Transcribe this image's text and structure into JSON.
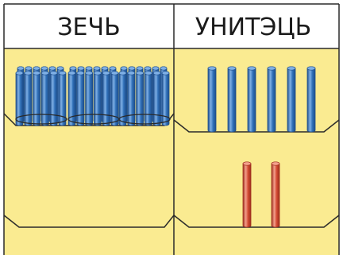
{
  "header": {
    "left_label": "ЗЕЧЬ",
    "right_label": "УНИТЭЦЬ"
  },
  "colors": {
    "panel_fill": "#FAEB91",
    "header_fill": "#FFFFFF",
    "border": "#2A2A2A",
    "rod_blue": "#2F6FB7",
    "rod_blue_dark": "#1F4F8C",
    "rod_blue_light": "#7FB0E6",
    "rod_red": "#D24A32",
    "rod_red_dark": "#9E2E1E",
    "rod_red_light": "#F4A08C"
  },
  "diagram": {
    "left_panel": {
      "bundle_count": 3,
      "rods_per_bundle": 12
    },
    "right_panel": {
      "upper_separate_rods": 6,
      "lower_separate_rods": 2
    }
  }
}
